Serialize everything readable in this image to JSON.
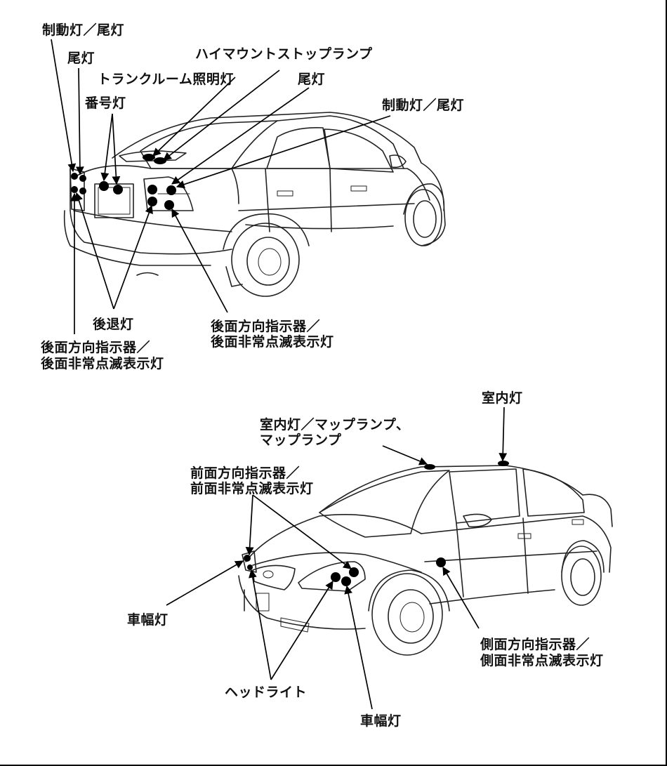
{
  "labels": {
    "brake_tail_left": "制動灯／尾灯",
    "tail_left": "尾灯",
    "high_mount_stop": "ハイマウントストップランプ",
    "trunk_light": "トランクルーム照明灯",
    "tail_right": "尾灯",
    "license_light": "番号灯",
    "brake_tail_right": "制動灯／尾灯",
    "backup_light": "後退灯",
    "rear_turn_right_1": "後面方向指示器／",
    "rear_turn_right_2": "後面非常点滅表示灯",
    "rear_turn_left_1": "後面方向指示器／",
    "rear_turn_left_2": "後面非常点滅表示灯",
    "interior_light": "室内灯",
    "interior_map_1": "室内灯／マップランプ、",
    "interior_map_2": "マップランプ",
    "front_turn_1": "前面方向指示器／",
    "front_turn_2": "前面非常点滅表示灯",
    "side_marker_left": "車幅灯",
    "side_turn_1": "側面方向指示器／",
    "side_turn_2": "側面非常点滅表示灯",
    "headlight": "ヘッドライト",
    "side_marker_bottom": "車幅灯"
  }
}
